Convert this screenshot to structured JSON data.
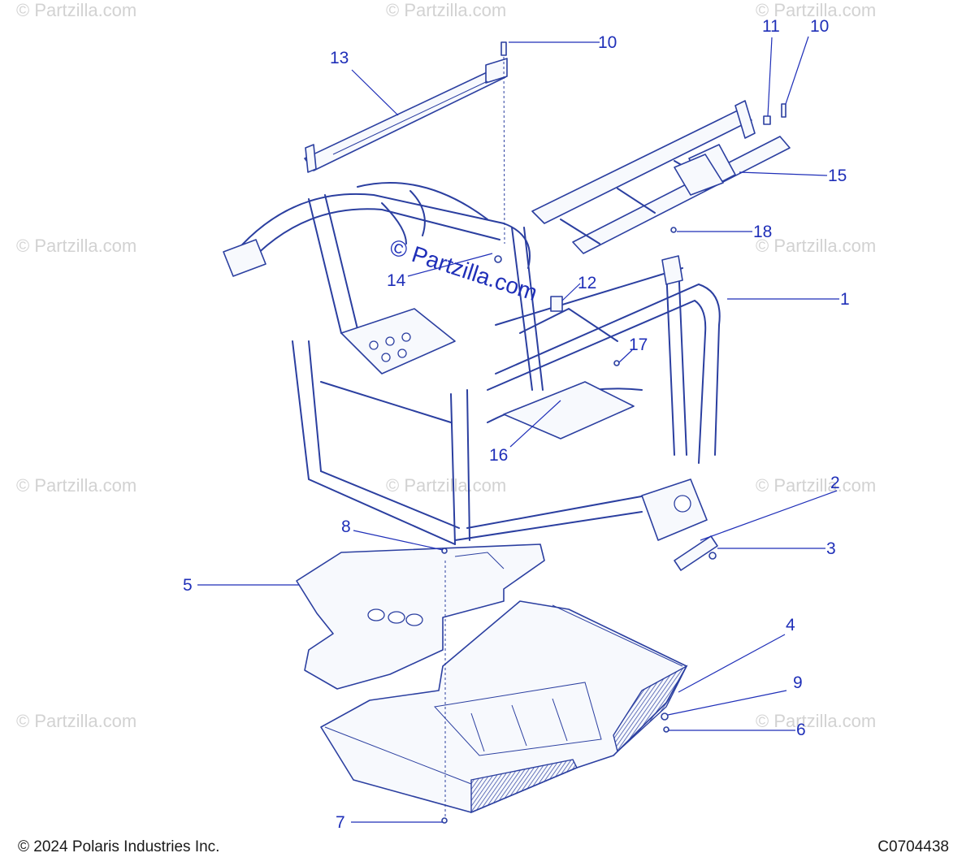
{
  "watermark": {
    "text": "© Partzilla.com",
    "center_text": "© Partzilla.com"
  },
  "callouts": [
    {
      "id": "1",
      "label": "1"
    },
    {
      "id": "2",
      "label": "2"
    },
    {
      "id": "3",
      "label": "3"
    },
    {
      "id": "4",
      "label": "4"
    },
    {
      "id": "5",
      "label": "5"
    },
    {
      "id": "6",
      "label": "6"
    },
    {
      "id": "7",
      "label": "7"
    },
    {
      "id": "8",
      "label": "8"
    },
    {
      "id": "9",
      "label": "9"
    },
    {
      "id": "10a",
      "label": "10"
    },
    {
      "id": "10b",
      "label": "10"
    },
    {
      "id": "11",
      "label": "11"
    },
    {
      "id": "12",
      "label": "12"
    },
    {
      "id": "13",
      "label": "13"
    },
    {
      "id": "14",
      "label": "14"
    },
    {
      "id": "15",
      "label": "15"
    },
    {
      "id": "16",
      "label": "16"
    },
    {
      "id": "17",
      "label": "17"
    },
    {
      "id": "18",
      "label": "18"
    }
  ],
  "footer": {
    "copyright": "© 2024 Polaris Industries Inc.",
    "drawing_code": "C0704438"
  },
  "colors": {
    "callout": "#1f2fb8",
    "line_art": "#2b3fa0",
    "watermark": "#c8c8c8",
    "background": "#ffffff"
  }
}
